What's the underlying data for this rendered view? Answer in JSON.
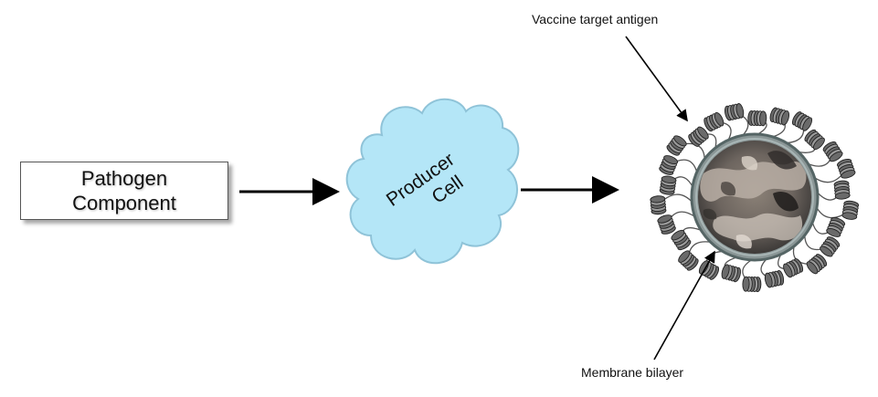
{
  "pathogen_box": {
    "line1": "Pathogen",
    "line2": "Component"
  },
  "producer_cell": {
    "line1": "Producer",
    "line2": "Cell"
  },
  "annotations": {
    "antigen": "Vaccine target antigen",
    "membrane": "Membrane bilayer"
  },
  "colors": {
    "cloud_fill": "#b4e6f7",
    "cloud_stroke": "#8fc3d8",
    "arrow": "#000000",
    "antigen_coil": "#555555",
    "membrane_ring": "#6f7f7f"
  }
}
